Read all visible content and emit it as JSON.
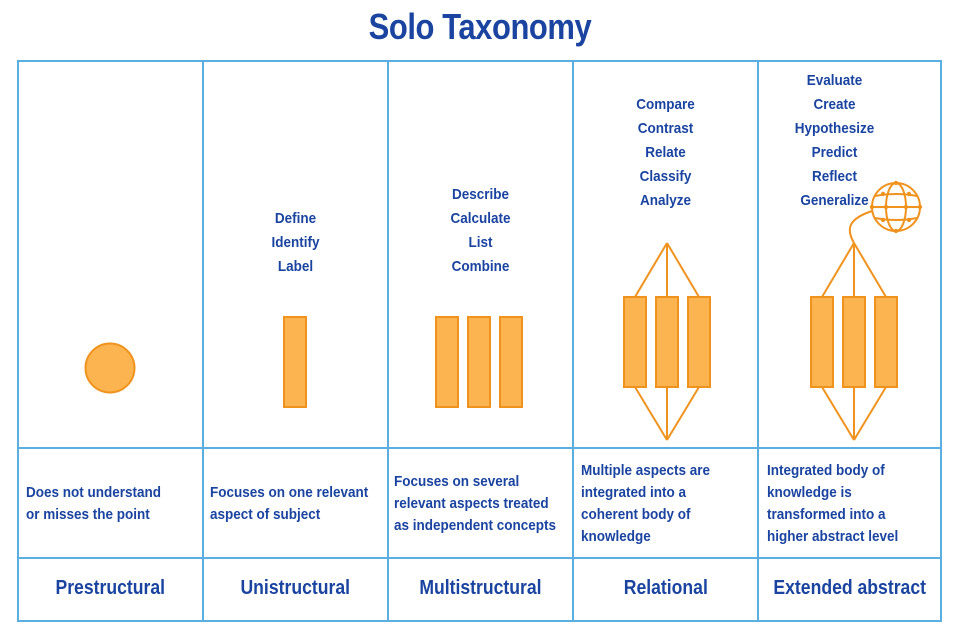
{
  "title": "Solo Taxonomy",
  "colors": {
    "title": "#1a44a0",
    "grid_line": "#5aaee0",
    "shape_fill": "#fbb450",
    "shape_stroke": "#f0931e",
    "text": "#1a44a0"
  },
  "columns": [
    {
      "level": "Prestructural",
      "verbs": [],
      "description": [
        "Does not understand",
        "or misses the point"
      ],
      "shape": "circle-icon"
    },
    {
      "level": "Unistructural",
      "verbs": [
        "Define",
        "Identify",
        "Label"
      ],
      "description": [
        "Focuses on one relevant",
        "aspect of subject"
      ],
      "shape": "single-bar-icon"
    },
    {
      "level": "Multistructural",
      "verbs": [
        "Describe",
        "Calculate",
        "List",
        "Combine"
      ],
      "description": [
        "Focuses on several",
        "relevant aspects treated",
        "as independent concepts"
      ],
      "shape": "three-bars-icon"
    },
    {
      "level": "Relational",
      "verbs": [
        "Compare",
        "Contrast",
        "Relate",
        "Classify",
        "Analyze"
      ],
      "description": [
        "Multiple aspects are",
        "integrated into a",
        "coherent body of",
        "knowledge"
      ],
      "shape": "connected-bars-icon"
    },
    {
      "level": "Extended abstract",
      "verbs": [
        "Evaluate",
        "Create",
        "Hypothesize",
        "Predict",
        "Reflect",
        "Generalize"
      ],
      "description": [
        "Integrated body of",
        "knowledge is",
        "transformed into a",
        "higher abstract level"
      ],
      "shape": "connected-bars-globe-icon"
    }
  ]
}
